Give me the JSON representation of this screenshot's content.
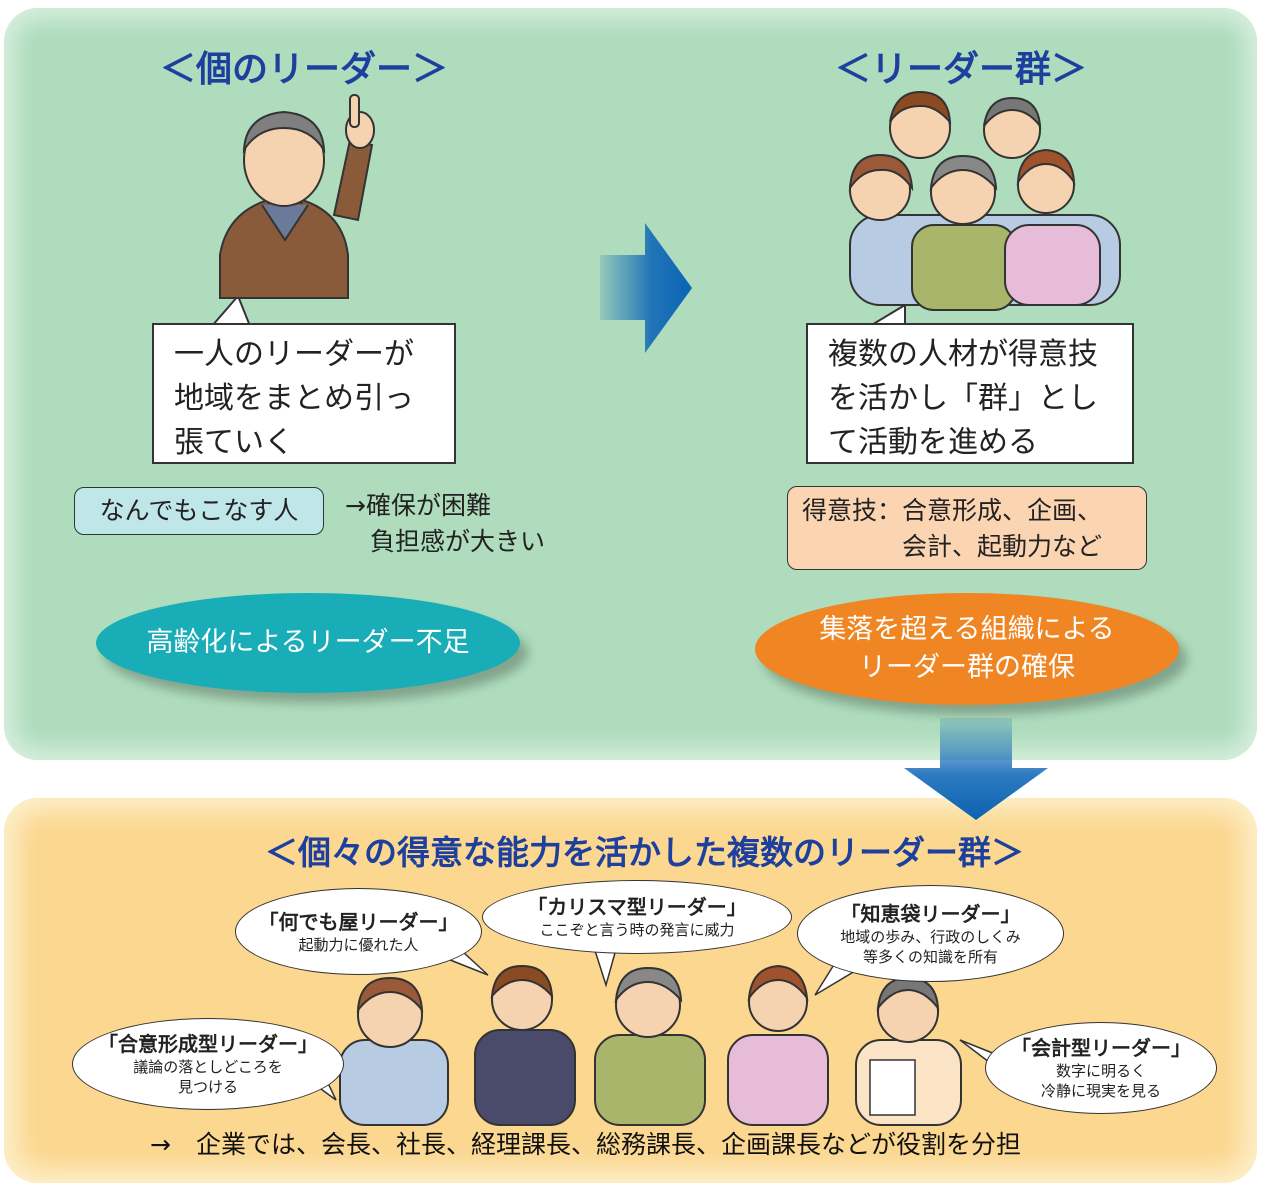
{
  "left": {
    "heading": "＜個のリーダー＞",
    "speech": [
      "一人のリーダーが",
      "地域をまとめ引っ",
      "張ていく"
    ],
    "tag": "なんでもこなす人",
    "note": "→確保が困難\n　負担感が大きい",
    "ellipse": "高齢化によるリーダー不足"
  },
  "right": {
    "heading": "＜リーダー群＞",
    "speech": [
      "複数の人材が得意技",
      "を活かし「群」とし",
      "て活動を進める"
    ],
    "tag_line1": "得意技：合意形成、企画、",
    "tag_line2": "　　　　会計、起動力など",
    "ellipse_line1": "集落を超える組織による",
    "ellipse_line2": "リーダー群の確保"
  },
  "bottom": {
    "heading": "＜個々の得意な能力を活かした複数のリーダー群＞",
    "bubbles": [
      {
        "title": "「何でも屋リーダー」",
        "desc": [
          "起動力に優れた人"
        ]
      },
      {
        "title": "「カリスマ型リーダー」",
        "desc": [
          "ここぞと言う時の発言に威力"
        ]
      },
      {
        "title": "「知恵袋リーダー」",
        "desc": [
          "地域の歩み、行政のしくみ",
          "等多くの知識を所有"
        ]
      },
      {
        "title": "「合意形成型リーダー」",
        "desc": [
          "議論の落としどころを",
          "見つける"
        ]
      },
      {
        "title": "「会計型リーダー」",
        "desc": [
          "数字に明るく",
          "冷静に現実を見る"
        ]
      }
    ],
    "footer": "→　企業では、会長、社長、経理課長、総務課長、企画課長などが役割を分担"
  },
  "colors": {
    "top_panel": "#aedcbc",
    "bottom_panel": "#fbd790",
    "heading": "#1d3f9e",
    "arrow": "#0a63b5",
    "ellipse_left": "#19adb7",
    "ellipse_right": "#f08523",
    "tag_left": "#bfe6e9",
    "tag_right": "#fbd4b1"
  }
}
